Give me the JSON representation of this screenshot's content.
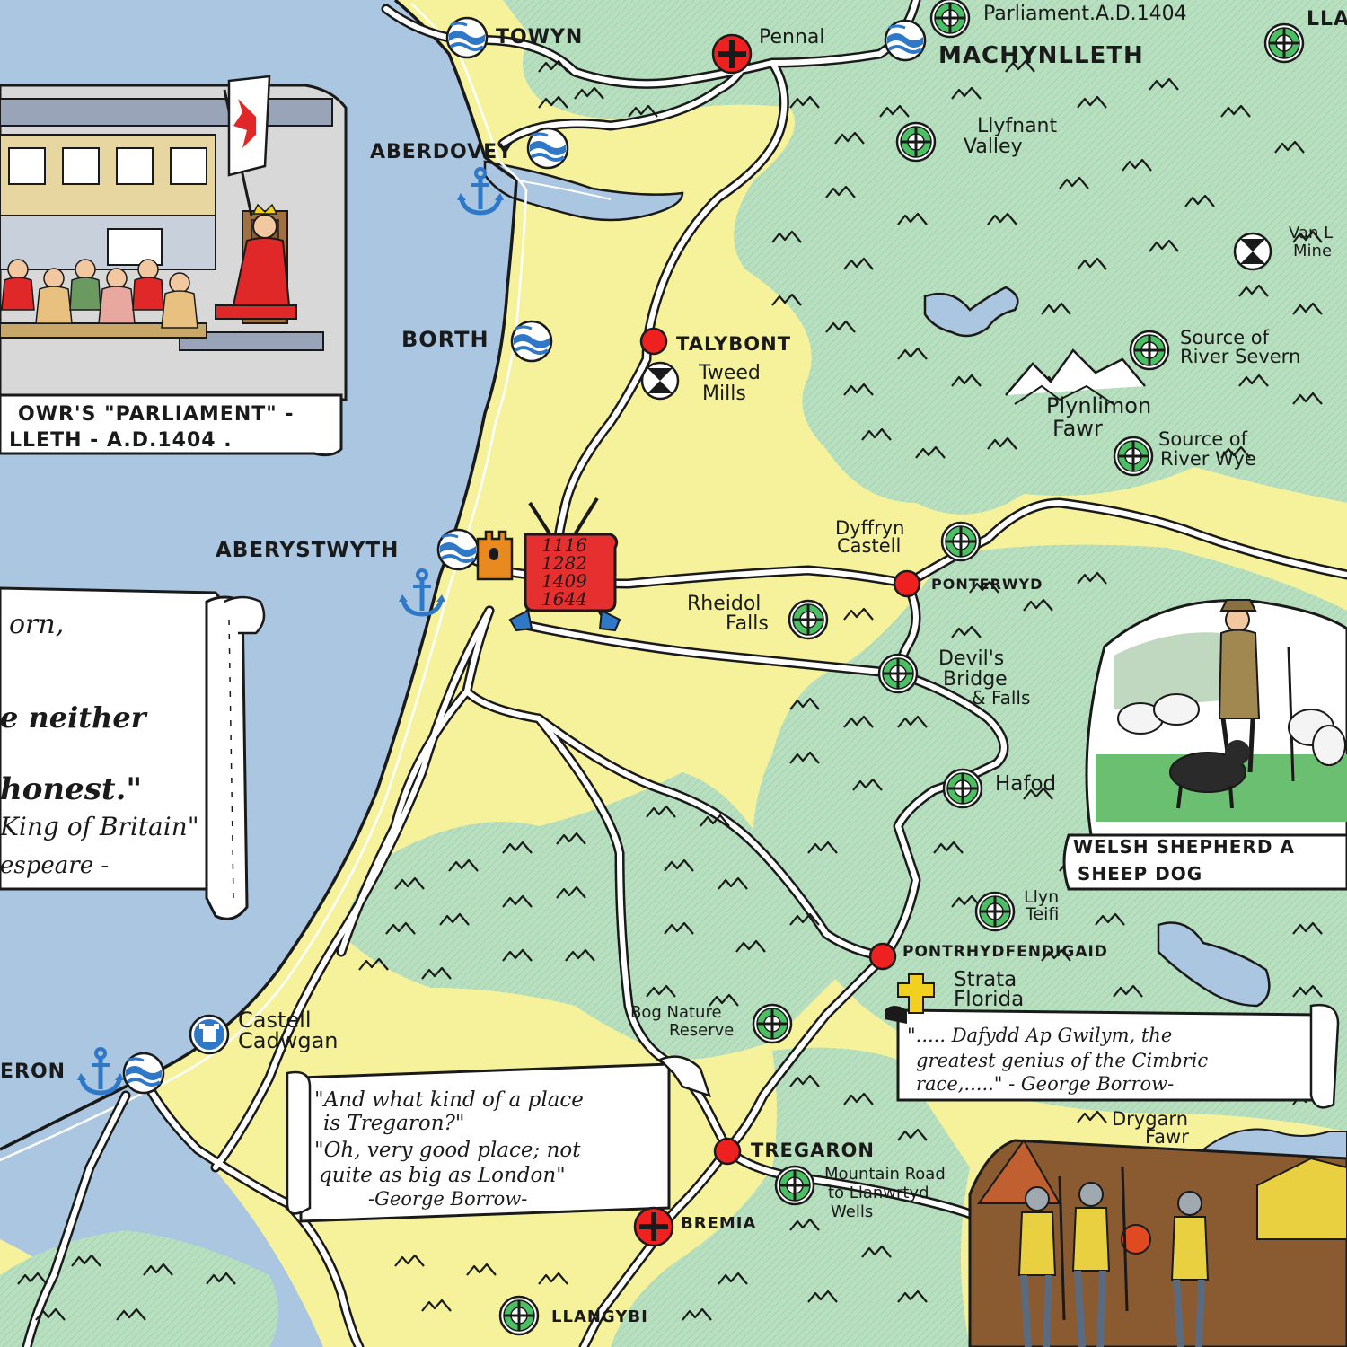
{
  "towns": {
    "towyn": "TOWYN",
    "pennal": "Pennal",
    "machynlleth": "MACHYNLLETH",
    "aberdovey": "ABERDOVEY",
    "borth": "BORTH",
    "talybont": "TALYBONT",
    "aberystwyth": "ABERYSTWYTH",
    "ponterwyd": "PONTERWYD",
    "pontrhydfendigaid": "PONTRHYDFENDIGAID",
    "tregaron": "TREGARON",
    "bremia": "BREMIA",
    "llangybi": "LLANGYBI",
    "aberaeron_partial": "ERON",
    "llan_partial": "LLA"
  },
  "places": {
    "parliament_line1": "Parliament.A.D.1404",
    "llyfnant_1": "Llyfnant",
    "llyfnant_2": "Valley",
    "van_1": "Van L",
    "van_2": "Mine",
    "severn_1": "Source of",
    "severn_2": "River Severn",
    "plynlimon_1": "Plynlimon",
    "plynlimon_2": "Fawr",
    "wye_1": "Source of",
    "wye_2": "River Wye",
    "tweed_1": "Tweed",
    "tweed_2": "Mills",
    "dyffryn_1": "Dyffryn",
    "dyffryn_2": "Castell",
    "rheidol_1": "Rheidol",
    "rheidol_2": "Falls",
    "devils_1": "Devil's",
    "devils_2": "Bridge",
    "devils_3": "& Falls",
    "hafod": "Hafod",
    "llyn_1": "Llyn",
    "llyn_2": "Teifi",
    "strata_1": "Strata",
    "strata_2": "Florida",
    "bog_1": "Bog Nature",
    "bog_2": "Reserve",
    "drygarn_1": "Drygarn",
    "drygarn_2": "Fawr",
    "mountain_1": "Mountain Road",
    "mountain_2": "to Llanwrtyd",
    "mountain_3": "Wells",
    "castell_1": "Castell",
    "castell_2": "Cadwgan",
    "castle_dates": [
      "1116",
      "1282",
      "1409",
      "1644"
    ]
  },
  "panels": {
    "parliament_caption_1": "OWR'S \"PARLIAMENT\" -",
    "parliament_caption_2": "LLETH - A.D.1404 .",
    "shakespeare_1": "orn,",
    "shakespeare_2": "e neither",
    "shakespeare_3": "honest.\"",
    "shakespeare_4": "King of Britain\"",
    "shakespeare_5": "espeare -",
    "shepherd_1": "WELSH SHEPHERD A",
    "shepherd_2": "SHEEP DOG",
    "borrow1_1": "\"And what kind of a place",
    "borrow1_2": "is Tregaron?\"",
    "borrow1_3": "\"Oh, very good place; not",
    "borrow1_4": "quite as big as London\"",
    "borrow1_5": "-George Borrow-",
    "borrow2_1": "\"..... Dafydd Ap Gwilym, the",
    "borrow2_2": "greatest genius of the Cimbric",
    "borrow2_3": "race,.....\" - George Borrow-"
  },
  "colors": {
    "sea": "#aac6e0",
    "lowland": "#f6f29c",
    "upland": "#b8e0c0",
    "town_dot": "#ee2020",
    "sight_green": "#4cbf64",
    "resort_blue": "#2f78c8",
    "castle_red": "#e63030",
    "castle_orange": "#e88a20"
  },
  "icons": {
    "resort": "wave-circle-icon",
    "sight": "green-cross-circle-icon",
    "town": "red-dot-icon",
    "abbey": "red-cross-circle-icon",
    "port": "anchor-icon",
    "industry": "black-white-circle-icon",
    "castle": "castle-tower-icon"
  }
}
